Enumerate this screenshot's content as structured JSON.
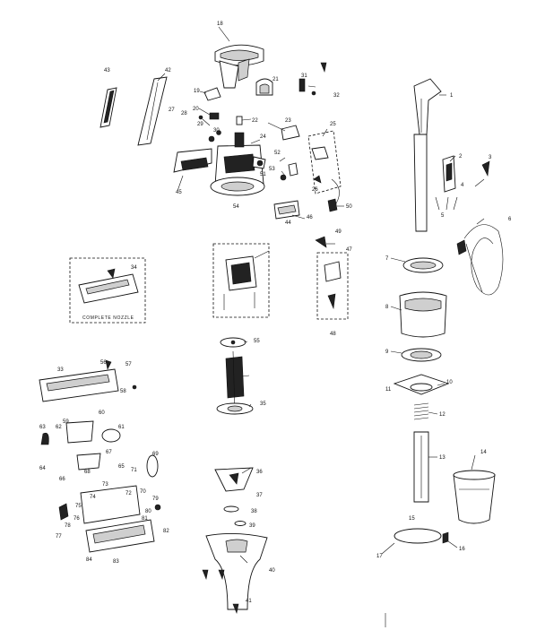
{
  "boxes": {
    "nozzle_label": "COMPLETE NOZZLE"
  },
  "parts": {
    "p1": "1",
    "p2": "2",
    "p3": "3",
    "p4": "4",
    "p5": "5",
    "p6": "6",
    "p7": "7",
    "p8": "8",
    "p9": "9",
    "p10": "10",
    "p11": "11",
    "p12": "12",
    "p13": "13",
    "p14": "14",
    "p15": "15",
    "p16": "16",
    "p17": "17",
    "p18": "18",
    "p19": "19",
    "p20": "20",
    "p21": "21",
    "p22": "22",
    "p23": "23",
    "p24": "24",
    "p25": "25",
    "p26": "26",
    "p27": "27",
    "p28": "28",
    "p29": "29",
    "p30": "30",
    "p31": "31",
    "p32": "32",
    "p33": "33",
    "p34": "34",
    "p35": "35",
    "p36": "36",
    "p37": "37",
    "p38": "38",
    "p39": "39",
    "p40": "40",
    "p41": "41",
    "p42": "42",
    "p43": "43",
    "p44": "44",
    "p45": "45",
    "p46": "46",
    "p47": "47",
    "p48": "48",
    "p49": "49",
    "p50": "50",
    "p51": "51",
    "p52": "52",
    "p53": "53",
    "p54": "54",
    "p55": "55",
    "p56": "56",
    "p57": "57",
    "p58": "58",
    "p59": "59",
    "p60": "60",
    "p61": "61",
    "p62": "62",
    "p63": "63",
    "p64": "64",
    "p65": "65",
    "p66": "66",
    "p67": "67",
    "p68": "68",
    "p69": "69",
    "p70": "70",
    "p71": "71",
    "p72": "72",
    "p73": "73",
    "p74": "74",
    "p75": "75",
    "p76": "76",
    "p77": "77",
    "p78": "78",
    "p79": "79",
    "p80": "80",
    "p81": "81",
    "p82": "82",
    "p83": "83",
    "p84": "84"
  }
}
